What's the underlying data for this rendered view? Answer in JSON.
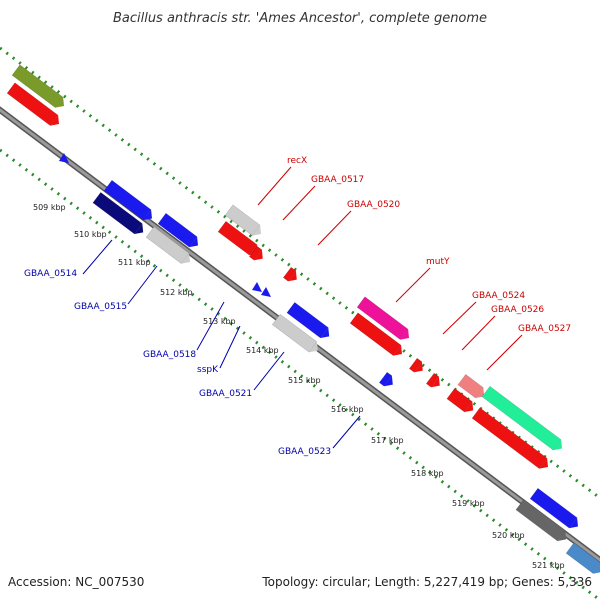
{
  "title": "Bacillus anthracis str. 'Ames Ancestor', complete genome",
  "footer": {
    "accession": "Accession: NC_007530",
    "summary": "Topology: circular; Length: 5,227,419 bp; Genes: 5,336"
  },
  "colors": {
    "forward_label": "#cc0000",
    "reverse_label": "#0000aa",
    "backbone": "#9a9a9a",
    "dots": "#2a8a2a"
  },
  "kbp_ticks": [
    {
      "label": "509 kbp"
    },
    {
      "label": "510 kbp"
    },
    {
      "label": "511 kbp"
    },
    {
      "label": "512 kbp"
    },
    {
      "label": "513 kbp"
    },
    {
      "label": "514 kbp"
    },
    {
      "label": "515 kbp"
    },
    {
      "label": "516 kbp"
    },
    {
      "label": "517 kbp"
    },
    {
      "label": "518 kbp"
    },
    {
      "label": "519 kbp"
    },
    {
      "label": "520 kbp"
    },
    {
      "label": "521 kbp"
    }
  ],
  "forward_labels": [
    {
      "name": "recX"
    },
    {
      "name": "GBAA_0517"
    },
    {
      "name": "GBAA_0520"
    },
    {
      "name": "mutY"
    },
    {
      "name": "GBAA_0524"
    },
    {
      "name": "GBAA_0526"
    },
    {
      "name": "GBAA_0527"
    }
  ],
  "reverse_labels": [
    {
      "name": "GBAA_0514"
    },
    {
      "name": "GBAA_0515"
    },
    {
      "name": "GBAA_0518"
    },
    {
      "name": "sspK"
    },
    {
      "name": "GBAA_0521"
    },
    {
      "name": "GBAA_0523"
    }
  ]
}
